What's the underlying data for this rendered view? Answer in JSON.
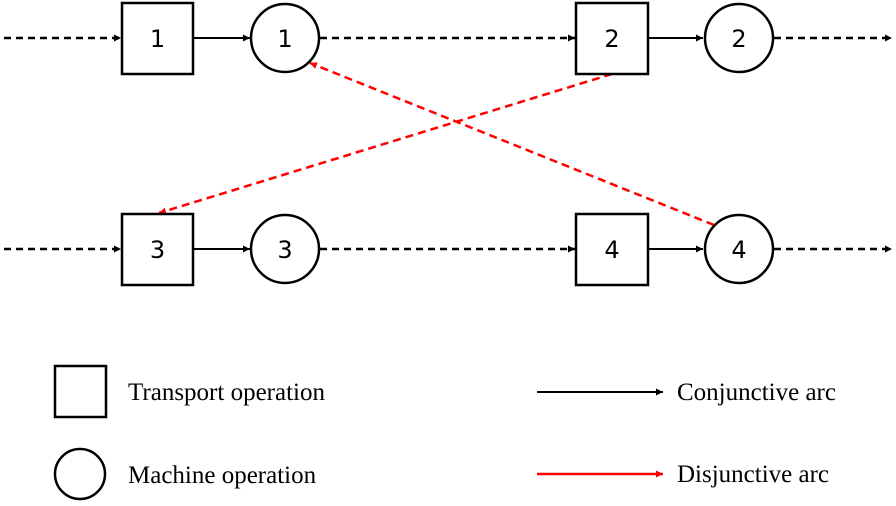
{
  "diagram": {
    "title": "",
    "colors": {
      "conjunctive": "#000000",
      "disjunctive": "#ff0000",
      "flow": "#000000"
    },
    "nodes": [
      {
        "id": "t1",
        "type": "transport",
        "label": "1"
      },
      {
        "id": "m1",
        "type": "machine",
        "label": "1"
      },
      {
        "id": "t2",
        "type": "transport",
        "label": "2"
      },
      {
        "id": "m2",
        "type": "machine",
        "label": "2"
      },
      {
        "id": "t3",
        "type": "transport",
        "label": "3"
      },
      {
        "id": "m3",
        "type": "machine",
        "label": "3"
      },
      {
        "id": "t4",
        "type": "transport",
        "label": "4"
      },
      {
        "id": "m4",
        "type": "machine",
        "label": "4"
      }
    ],
    "edges": [
      {
        "from": "start1",
        "to": "t1",
        "kind": "flow-dashed"
      },
      {
        "from": "t1",
        "to": "m1",
        "kind": "conjunctive"
      },
      {
        "from": "m1",
        "to": "t2",
        "kind": "flow-dashed"
      },
      {
        "from": "t2",
        "to": "m2",
        "kind": "conjunctive"
      },
      {
        "from": "m2",
        "to": "end1",
        "kind": "flow-dashed"
      },
      {
        "from": "start2",
        "to": "t3",
        "kind": "flow-dashed"
      },
      {
        "from": "t3",
        "to": "m3",
        "kind": "conjunctive"
      },
      {
        "from": "m3",
        "to": "t4",
        "kind": "flow-dashed"
      },
      {
        "from": "t4",
        "to": "m4",
        "kind": "conjunctive"
      },
      {
        "from": "m4",
        "to": "end2",
        "kind": "flow-dashed"
      },
      {
        "from": "t2",
        "to": "t3",
        "kind": "disjunctive"
      },
      {
        "from": "m4",
        "to": "m1",
        "kind": "disjunctive"
      }
    ]
  },
  "legend": {
    "transport": "Transport operation",
    "machine": "Machine operation",
    "conjunctive": "Conjunctive arc",
    "disjunctive": "Disjunctive arc"
  }
}
